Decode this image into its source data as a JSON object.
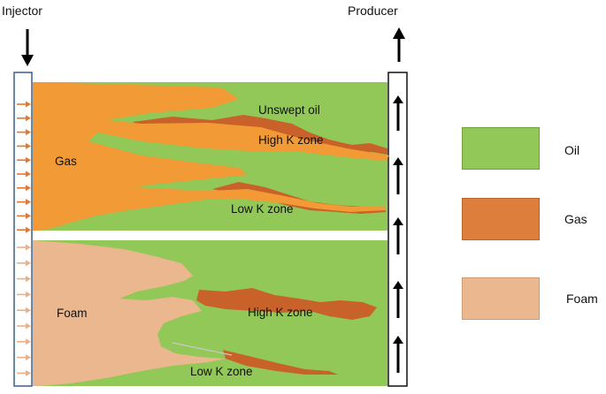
{
  "header": {
    "injector_label": "Injector",
    "producer_label": "Producer"
  },
  "top_panel": {
    "gas_label": "Gas",
    "unswept_label": "Unswept oil",
    "high_k_label": "High K zone",
    "low_k_label": "Low K zone"
  },
  "bottom_panel": {
    "foam_label": "Foam",
    "high_k_label": "High K zone",
    "low_k_label": "Low K zone"
  },
  "legend": {
    "items": [
      {
        "label": "Oil",
        "color": "#92c857",
        "border": "#6f9e3c"
      },
      {
        "label": "Gas",
        "color": "#dd7e3c",
        "border": "#b8642a"
      },
      {
        "label": "Foam",
        "color": "#ebb78e",
        "border": "#cf9b72"
      }
    ]
  },
  "colors": {
    "oil": "#92c857",
    "gas_plume": "#f29a35",
    "gas_streak": "#c8622a",
    "foam": "#ebb78e",
    "arrow_top": "#e8772e",
    "arrow_bottom": "#f0ae84",
    "injector_border": "#3b5e8c"
  }
}
